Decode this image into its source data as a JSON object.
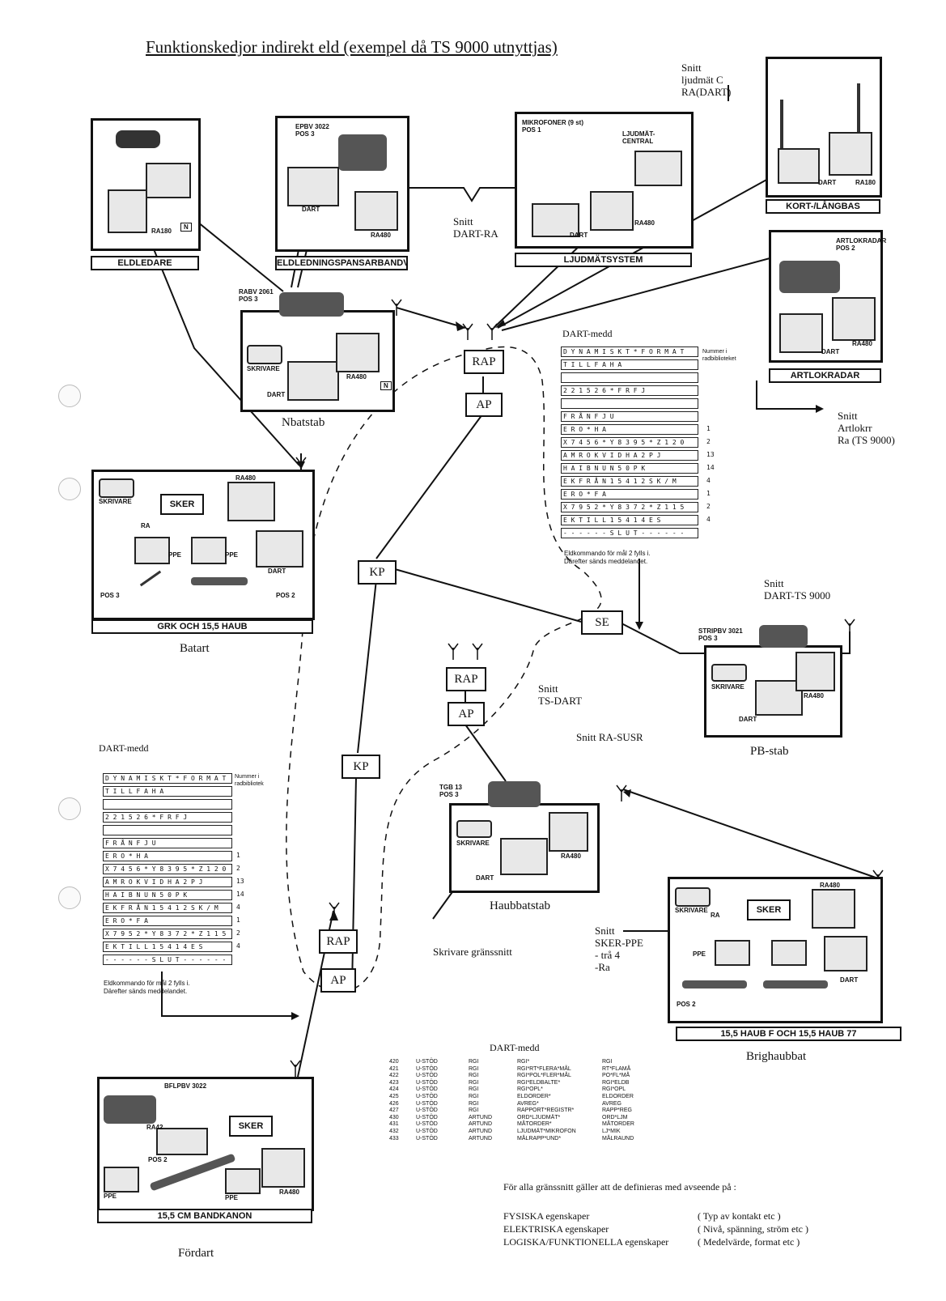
{
  "title": "Funktionskedjor indirekt eld (exempel då TS 9000 utnyttjas)",
  "panels": {
    "eldledare": {
      "label": "ELDLEDARE",
      "radio": "RA180",
      "n": "N"
    },
    "eldledningspansar": {
      "label": "ELDLEDNINGSPANSARBANDVAGN",
      "vehicle": "EPBV 3022\nPOS 3",
      "radio": "RA480",
      "dart": "DART"
    },
    "ljudmat": {
      "label": "LJUDMÄTSYSTEM",
      "mic": "MIKROFONER (9 st)\nPOS 1",
      "central": "LJUDMÄT-\nCENTRAL",
      "radio": "RA480",
      "dart": "DART"
    },
    "kortlangbas": {
      "label": "KORT-/LÅNGBAS",
      "radio": "RA180",
      "dart": "DART"
    },
    "artlokradar": {
      "label": "ARTLOKRADAR",
      "vehicle": "ARTLOKRADAR\nPOS 2",
      "radio": "RA480",
      "dart": "DART"
    },
    "nbatstab": {
      "caption": "Nbatstab",
      "vehicle": "RABV 2061\nPOS 3",
      "printer": "SKRIVARE",
      "radio": "RA480",
      "dart": "DART",
      "n": "N"
    },
    "batart": {
      "label": "GRK OCH 15,5 HAUB",
      "caption": "Batart",
      "printer": "SKRIVARE",
      "sker": "SKER",
      "radio": "RA480",
      "ra": "RA",
      "ppe": "PPE",
      "pos3": "POS 3",
      "pos2": "POS 2",
      "dart": "DART"
    },
    "pbstab": {
      "caption": "PB-stab",
      "vehicle": "STRIPBV 3021\nPOS 3",
      "printer": "SKRIVARE",
      "radio": "RA480",
      "dart": "DART"
    },
    "haubbatstab": {
      "caption": "Haubbatstab",
      "vehicle": "TGB 13\nPOS 3",
      "printer": "SKRIVARE",
      "radio": "RA480",
      "dart": "DART"
    },
    "brighaubbat": {
      "label": "15,5 HAUB F OCH 15,5 HAUB 77",
      "caption": "Brighaubbat",
      "printer": "SKRIVARE",
      "sker": "SKER",
      "radio": "RA480",
      "ra": "RA",
      "ppe": "PPE",
      "pos2": "POS 2",
      "dart": "DART"
    },
    "fordart": {
      "label": "15,5 CM BANDKANON",
      "caption": "Fördart",
      "vehicle": "BFLPBV 3022",
      "ra42": "RA42",
      "sker": "SKER",
      "radio": "RA480",
      "ppe": "PPE",
      "pos2": "POS 2"
    }
  },
  "nodes": {
    "rap_top": "RAP",
    "ap_top": "AP",
    "kp_upper": "KP",
    "se": "SE",
    "rap_mid": "RAP",
    "ap_mid": "AP",
    "kp_lower": "KP",
    "rap_bottom": "RAP",
    "ap_bottom": "AP"
  },
  "snitt": {
    "ljudmat_c": "Snitt\nljudmät C\nRA(DART)",
    "dart_ra": "Snitt\nDART-RA",
    "artlokrr": "Snitt\nArtlokrr\nRa (TS 9000)",
    "dart_ts9000": "Snitt\nDART-TS 9000",
    "ts_dart": "Snitt\nTS-DART",
    "ra_susr": "Snitt RA-SUSR",
    "sker_ppe": "Snitt\nSKER-PPE\n- trå 4\n-Ra",
    "skrivare": "Skrivare gränssnitt"
  },
  "dart_msg_right": {
    "title": "DART-medd",
    "side_note": "Nummer i\nradbiblioteket",
    "rows": [
      "D Y N A M I S K T * F O R M A T",
      "T I L L   F A   H A",
      "",
      "2 2 1 5 2 6 * F R   F J",
      "",
      "F R Å N   F J         U",
      "E R O * H A",
      "X 7 4 5 6 * Y 8 3 9 5 * Z 1 2 0",
      "A M   R O K V I D   H A   2 P J",
      "H A   I B N   U N 5 0     P K",
      "E K   F R Å N 1 5 4 1 2 S K / M",
      "E R O * F A",
      "X 7 9 5 2 * Y 8 3 7 2 * Z 1 1 5",
      "E K   T I L L   1 5 4 1   4 E S",
      "- - - - - - S L U T - - - - - -"
    ],
    "nums": [
      "",
      "",
      "",
      "",
      "",
      "",
      "1",
      "2",
      "13",
      "14",
      "4",
      "1",
      "2",
      "4",
      ""
    ],
    "note": "Eldkommando för mål 2 fylls i.\nDärefter sänds meddelandet."
  },
  "dart_msg_left": {
    "title": "DART-medd",
    "side_note": "Nummer i\nradbibliotek",
    "rows": [
      "D Y N A M I S K T * F O R M A T",
      "T I L L   F A   H A",
      "",
      "2 2 1 5 2 6 * F R   F J",
      "",
      "F R Å N   F J         U",
      "E R O * H A",
      "X 7 4 5 6 * Y 8 3 9 5 * Z 1 2 0",
      "A M   R O K V I D   H A   2 P J",
      "H A   I B N   U N 5 0     P K",
      "E K   F R Å N 1 5 4 1 2 S K / M",
      "E R O * F A",
      "X 7 9 5 2 * Y 8 3 7 2 * Z 1 1 5",
      "E K   T I L L   1 5 4 1   4 E S",
      "- - - - - - S L U T - - - - - -"
    ],
    "nums": [
      "",
      "",
      "",
      "",
      "",
      "",
      "1",
      "2",
      "13",
      "14",
      "4",
      "1",
      "2",
      "4",
      ""
    ],
    "note": "Eldkommando för mål 2 fylls i.\nDärefter sänds meddelandet."
  },
  "dart_codes": {
    "title": "DART-medd",
    "numbers": "420\n421\n422\n423\n424\n425\n426\n427\n430\n431\n432\n433",
    "unit": "U-STÖD\nU-STÖD\nU-STÖD\nU-STÖD\nU-STÖD\nU-STÖD\nU-STÖD\nU-STÖD\nU-STÖD\nU-STÖD\nU-STÖD\nU-STÖD",
    "type": "RGI\nRGI\nRGI\nRGI\nRGI\nRGI\nRGI\nRGI\nARTUND\nARTUND\nARTUND\nARTUND",
    "desc": "RGI*\nRGI*RT*FLERA*MÅL\nRGI*POL*FLER*MÅL\nRGI*ELDBALTE*\nRGI*OPL*\nELDORDER*\nAVREG*\nRAPPORT*REGISTR*\nORD*LJUDMÄT*\nMÅTORDER*\nLJUDMÄT*MIKROFON\nMÅLRAPP*UND*",
    "short": "RGI\nRT*FLAMÅ\nPO*FL*MÅ\nRGI*ELDB\nRGI*OPL\nELDORDER\nAVREG\nRAPP*REG\nORD*LJM\nMÅTORDER\nLJ*MIK\nMÅLRAUND"
  },
  "footer": {
    "intro": "För alla gränssnitt gäller att de definieras med avseende på :",
    "rows": [
      {
        "left": "FYSISKA egenskaper",
        "right": "( Typ av kontakt etc )"
      },
      {
        "left": "ELEKTRISKA egenskaper",
        "right": "( Nivå, spänning, ström etc )"
      },
      {
        "left": "LOGISKA/FUNKTIONELLA egenskaper",
        "right": "( Medelvärde, format etc )"
      }
    ]
  }
}
